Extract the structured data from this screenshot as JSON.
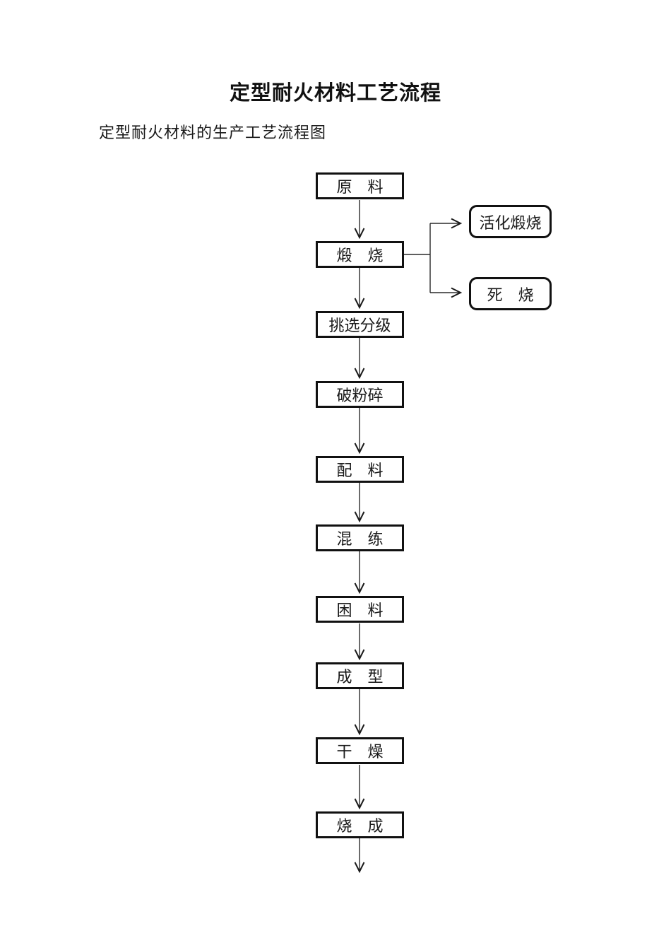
{
  "page": {
    "title": "定型耐火材料工艺流程",
    "subtitle": "定型耐火材料的生产工艺流程图"
  },
  "flowchart": {
    "nodes": [
      {
        "label": "原　料"
      },
      {
        "label": "煅　烧"
      },
      {
        "label": "挑选分级"
      },
      {
        "label": "破粉碎"
      },
      {
        "label": "配　料"
      },
      {
        "label": "混　练"
      },
      {
        "label": "困　料"
      },
      {
        "label": "成　型"
      },
      {
        "label": "干　燥"
      },
      {
        "label": "烧　成"
      }
    ],
    "branches": [
      {
        "label": "活化煅烧"
      },
      {
        "label": "死　烧"
      }
    ],
    "line_color": "#1a1a1a"
  }
}
